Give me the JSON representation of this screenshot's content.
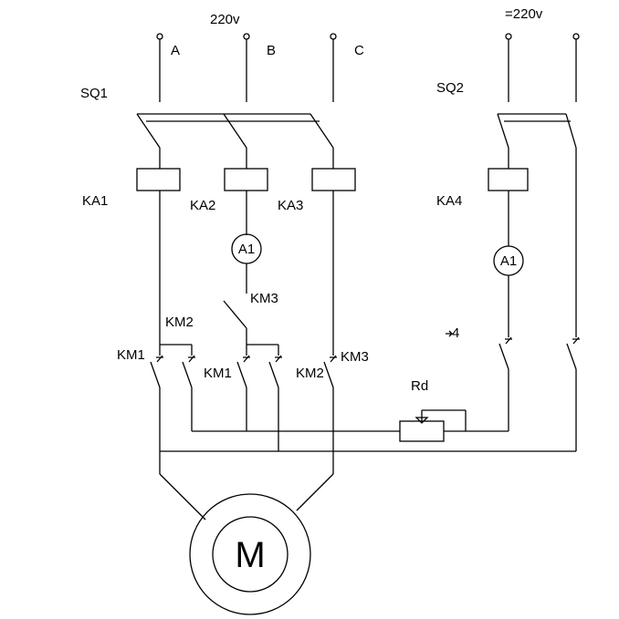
{
  "labels": {
    "ac_supply": "220v",
    "dc_supply": "=220v",
    "phase_a": "A",
    "phase_b": "B",
    "phase_c": "C",
    "sq1": "SQ1",
    "sq2": "SQ2",
    "ka1": "KA1",
    "ka2": "KA2",
    "ka3": "KA3",
    "ka4": "KA4",
    "ammeter_left": "A1",
    "ammeter_right": "A1",
    "km3_top": "KM3",
    "km2_top": "KM2",
    "km1_left": "KM1",
    "km1_mid": "KM1",
    "km2_bottom": "KM2",
    "km3_right": "KM3",
    "contact_4": "4",
    "rd": "Rd",
    "motor": "M"
  }
}
